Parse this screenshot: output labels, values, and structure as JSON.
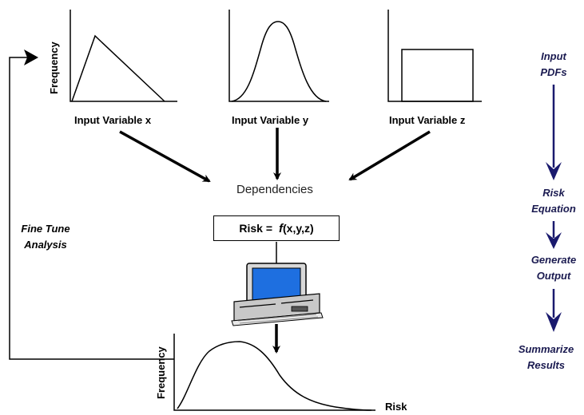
{
  "inputs": {
    "x_label": "Input Variable x",
    "y_label": "Input Variable y",
    "z_label": "Input Variable z",
    "frequency_label": "Frequency"
  },
  "center": {
    "dependencies": "Dependencies",
    "equation_left": "Risk =",
    "equation_fn": "f",
    "equation_args": "(x,y,z)"
  },
  "output": {
    "frequency_label": "Frequency",
    "x_label": "Risk"
  },
  "loop": {
    "line1": "Fine Tune",
    "line2": "Analysis"
  },
  "steps": [
    {
      "line1": "Input",
      "line2": "PDFs"
    },
    {
      "line1": "Risk",
      "line2": "Equation"
    },
    {
      "line1": "Generate",
      "line2": "Output"
    },
    {
      "line1": "Summarize",
      "line2": "Results"
    }
  ],
  "colors": {
    "step_arrow": "#1a1a6e",
    "step_text": "#1a1a50",
    "screen": "#1e6fe0"
  }
}
